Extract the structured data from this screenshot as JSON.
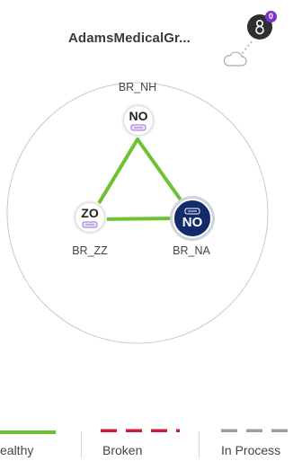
{
  "site": {
    "title": "AdamsMedicalGr...",
    "notification_count": "0"
  },
  "colors": {
    "healthy": "#6cc22f",
    "broken": "#cc1e39",
    "in_process": "#9e9e9e",
    "node_active": "#132a6b",
    "badge": "#7a33c9"
  },
  "nodes": [
    {
      "id": "br_nh",
      "abbr": "NO",
      "label": "BR_NH",
      "selected": false,
      "icon": "router-icon"
    },
    {
      "id": "br_zz",
      "abbr": "ZO",
      "label": "BR_ZZ",
      "selected": false,
      "icon": "router-icon"
    },
    {
      "id": "br_na",
      "abbr": "NO",
      "label": "BR_NA",
      "selected": true,
      "icon": "router-icon"
    }
  ],
  "links": [
    {
      "from": "BR_NH",
      "to": "BR_ZZ",
      "status": "healthy"
    },
    {
      "from": "BR_NH",
      "to": "BR_NA",
      "status": "healthy"
    },
    {
      "from": "BR_ZZ",
      "to": "BR_NA",
      "status": "healthy"
    }
  ],
  "legend": [
    {
      "key": "healthy",
      "label": "ealthy"
    },
    {
      "key": "broken",
      "label": "Broken"
    },
    {
      "key": "in_process",
      "label": "In Process"
    }
  ]
}
